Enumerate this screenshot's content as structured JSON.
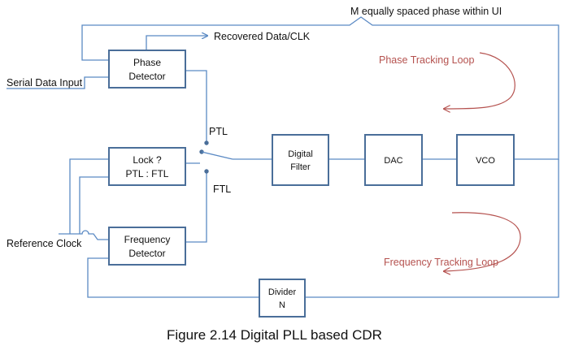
{
  "blocks": {
    "phase_detector": [
      "Phase",
      "Detector"
    ],
    "lock_detector": [
      "Lock ?",
      "PTL : FTL"
    ],
    "frequency_detector": [
      "Frequency",
      "Detector"
    ],
    "digital_filter": [
      "Digital",
      "Filter"
    ],
    "dac": "DAC",
    "vco": "VCO",
    "divider": [
      "Divider",
      "N"
    ]
  },
  "labels": {
    "m_phases": "M  equally spaced phase within  UI",
    "recovered_data": "Recovered Data/CLK",
    "serial_data_input": "Serial Data Input",
    "reference_clock": "Reference Clock",
    "ptl": "PTL",
    "ftl": "FTL"
  },
  "loops": {
    "phase": "Phase Tracking Loop",
    "frequency": "Frequency Tracking Loop"
  },
  "caption": "Figure 2.14 Digital PLL based CDR",
  "colors": {
    "block_border": "#4a6e99",
    "wire": "#5b8ac4",
    "loop_annotation": "#b5524f",
    "text": "#111111"
  }
}
